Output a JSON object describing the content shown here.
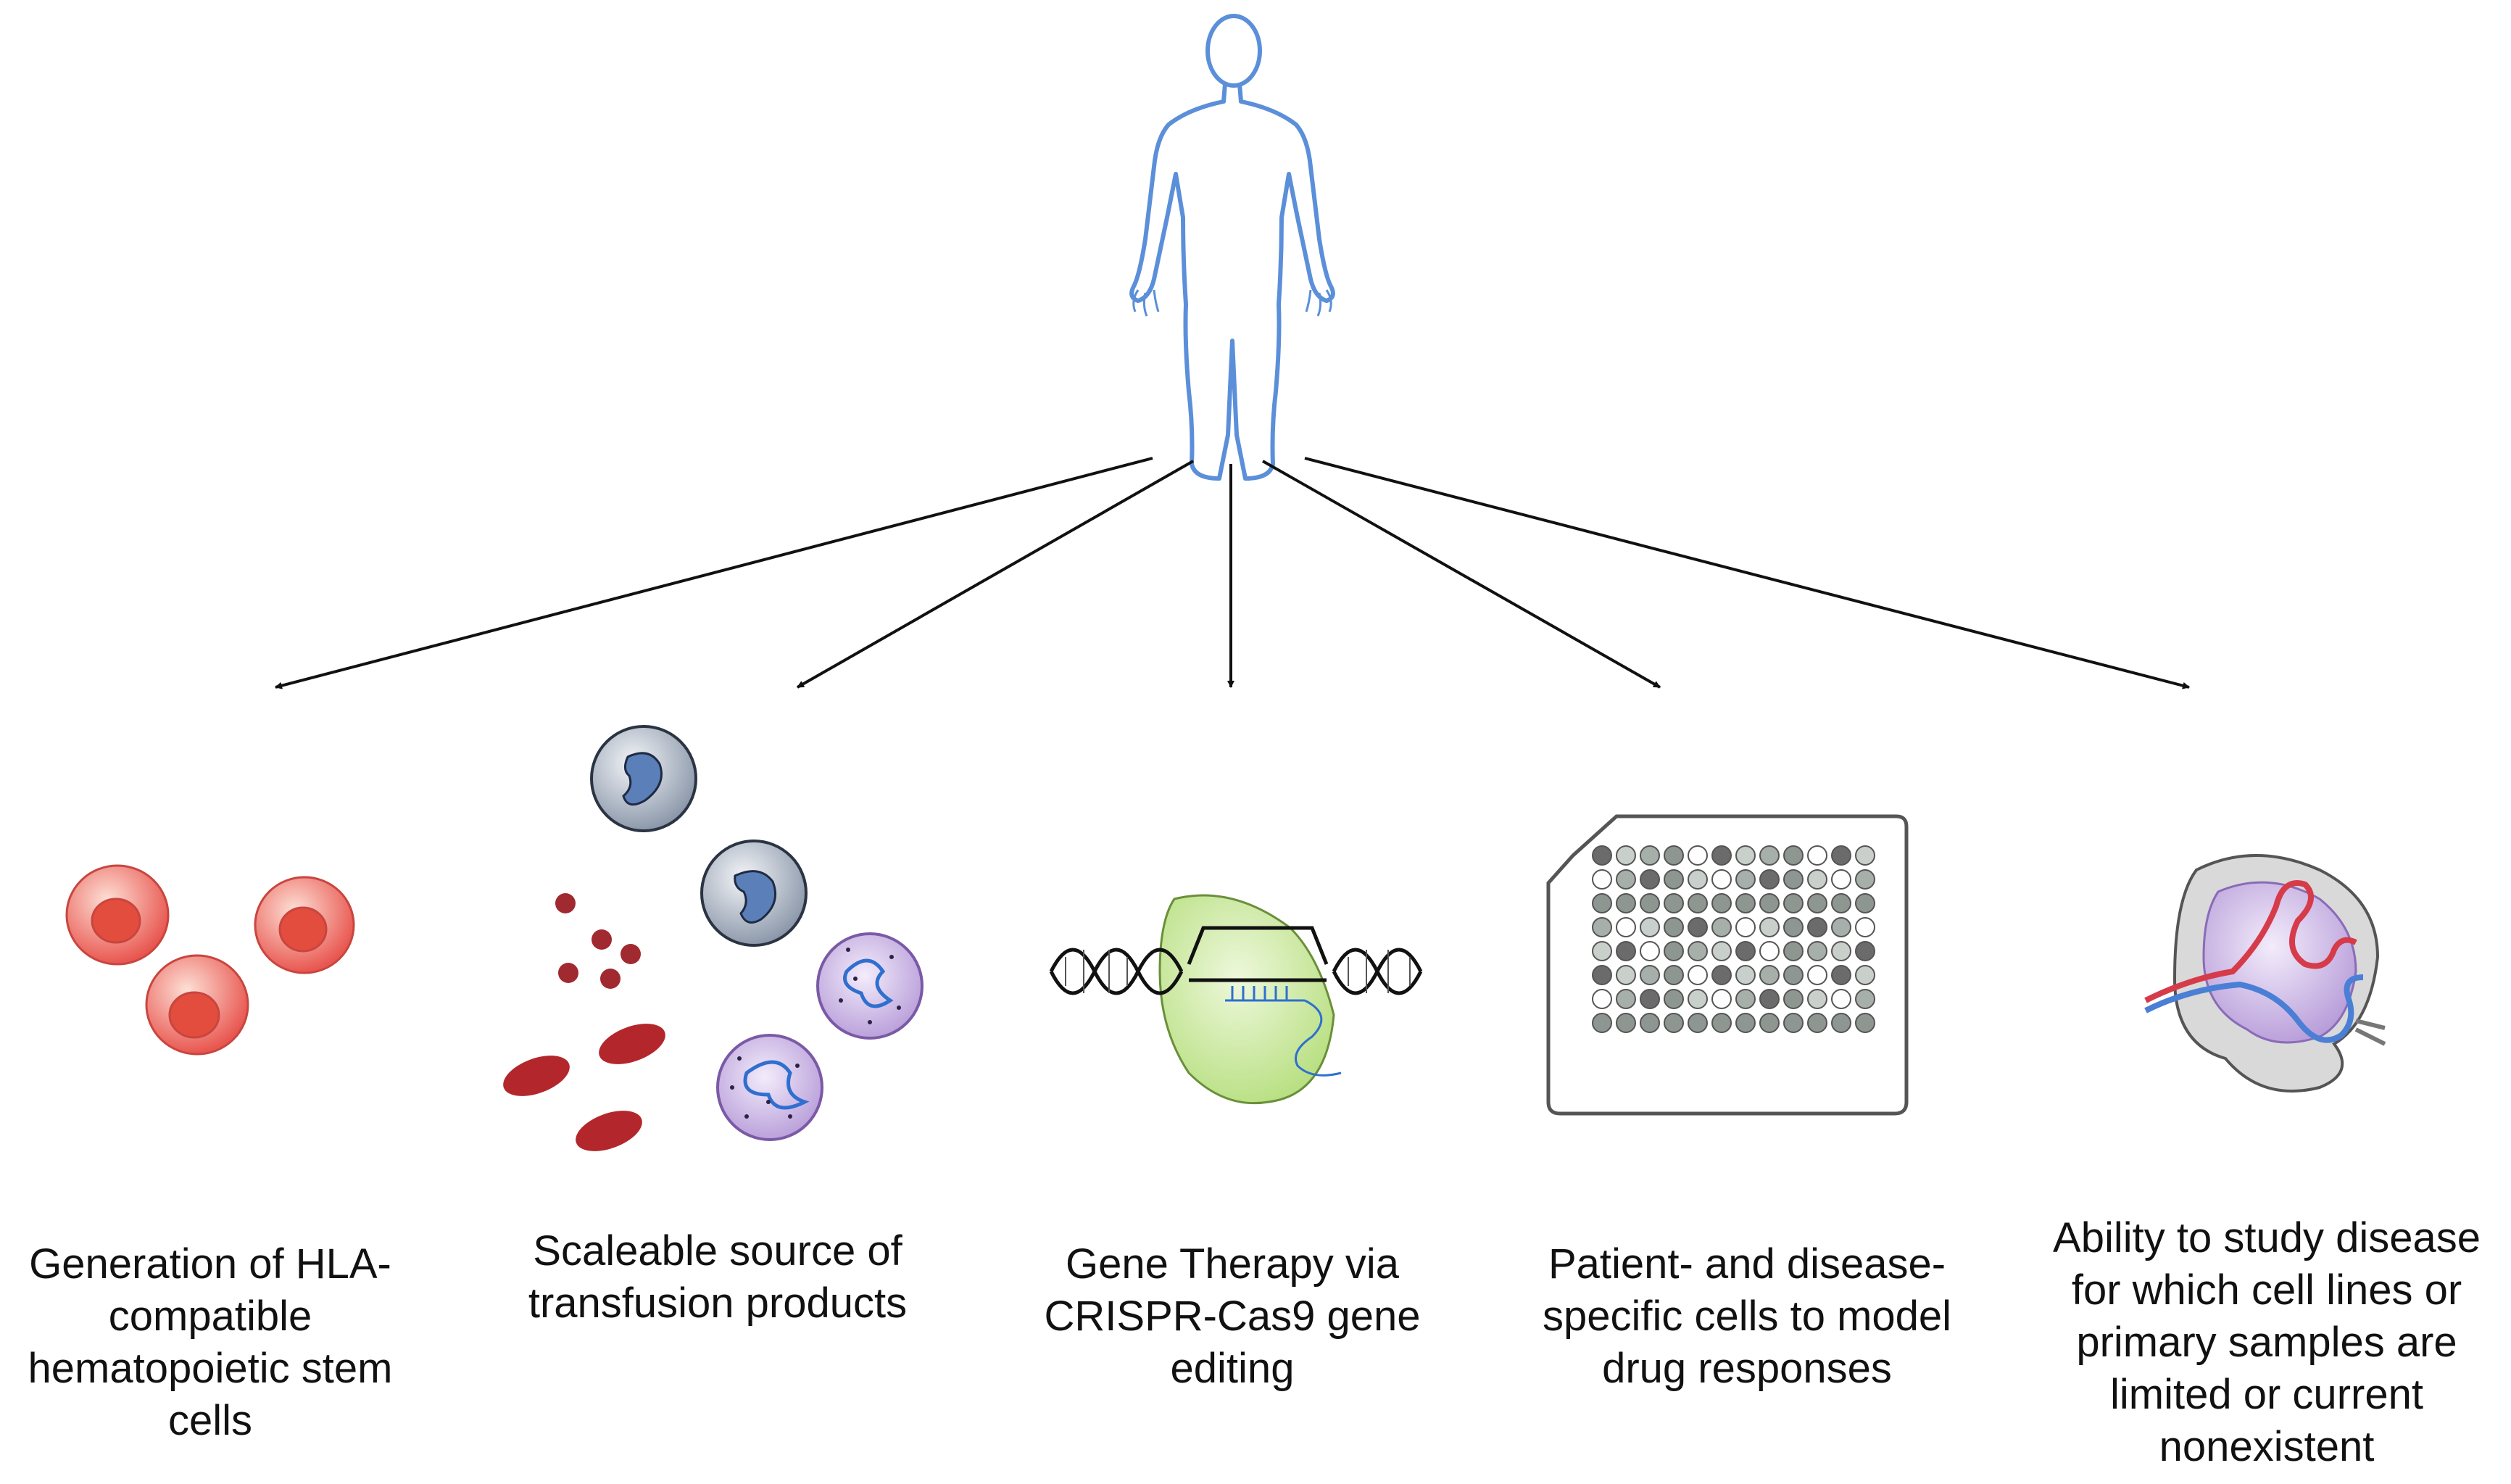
{
  "diagram": {
    "source": {
      "icon": "human-body-outline-icon"
    },
    "outcomes": [
      {
        "id": "hla",
        "icon": "red-stem-cells-icon",
        "label_lines": [
          "Generation of HLA-",
          "compatible",
          "hematopoietic stem",
          "cells"
        ]
      },
      {
        "id": "transfusion",
        "icon": "blood-cells-icon",
        "label_lines": [
          "Scaleable source of",
          "transfusion products"
        ]
      },
      {
        "id": "gene-therapy",
        "icon": "crispr-cas9-dna-icon",
        "label_lines": [
          "Gene Therapy via",
          "CRISPR-Cas9 gene",
          "editing"
        ]
      },
      {
        "id": "drug-response",
        "icon": "multiwell-plate-icon",
        "label_lines": [
          "Patient- and disease-",
          "specific cells to model",
          "drug responses"
        ]
      },
      {
        "id": "study-disease",
        "icon": "spleen-organ-icon",
        "label_lines": [
          "Ability to study disease",
          "for which cell lines or",
          "primary samples are",
          "limited or current",
          "nonexistent"
        ]
      }
    ]
  },
  "colors": {
    "body_outline": "#5b8fd9",
    "arrow": "#111111",
    "red_cell": "#e8564f",
    "red_blood_cell": "#b3262b",
    "leukocyte": "#9aa6b8",
    "granulocyte": "#c9b3e6",
    "cas9": "#c8e89a",
    "plate": "#9a9a9a",
    "spleen": "#c2a6dc",
    "artery": "#d63b4a",
    "vein": "#4a7fd6"
  }
}
